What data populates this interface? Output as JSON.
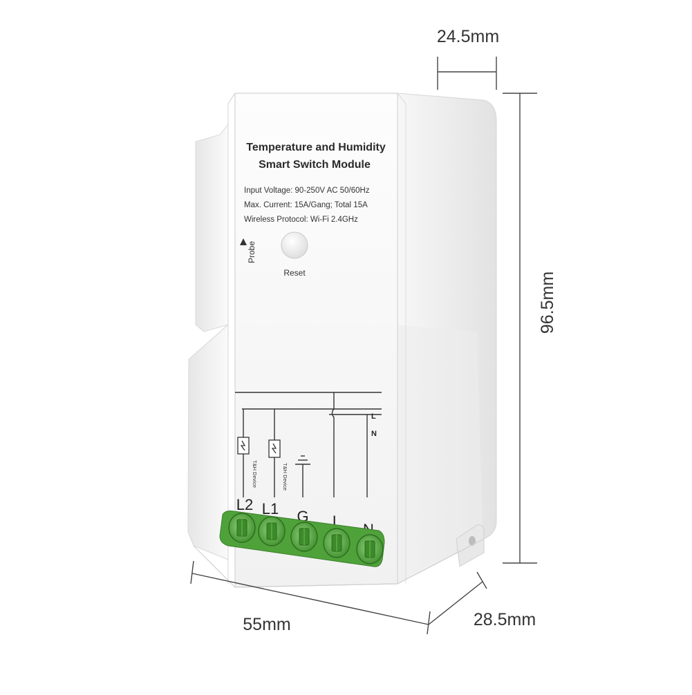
{
  "dimensions": {
    "top_width": "24.5mm",
    "height": "96.5mm",
    "front_width": "55mm",
    "depth": "28.5mm"
  },
  "device": {
    "title_line1": "Temperature and Humidity",
    "title_line2": "Smart Switch Module",
    "spec_voltage": "Input Voltage: 90-250V AC 50/60Hz",
    "spec_current": "Max. Current: 15A/Gang; Total 15A",
    "spec_protocol": "Wireless Protocol: Wi-Fi 2.4GHz",
    "probe_label": "Probe",
    "reset_label": "Reset",
    "device_label_1": "T&H Device",
    "device_label_2": "T&H Device",
    "line_label": "L",
    "neutral_label": "N",
    "terminals": [
      "L2",
      "L1",
      "G",
      "L",
      "N"
    ]
  },
  "colors": {
    "terminal_green": "#5fb548",
    "body_white": "#f4f4f4",
    "dimension_line": "#444444"
  }
}
